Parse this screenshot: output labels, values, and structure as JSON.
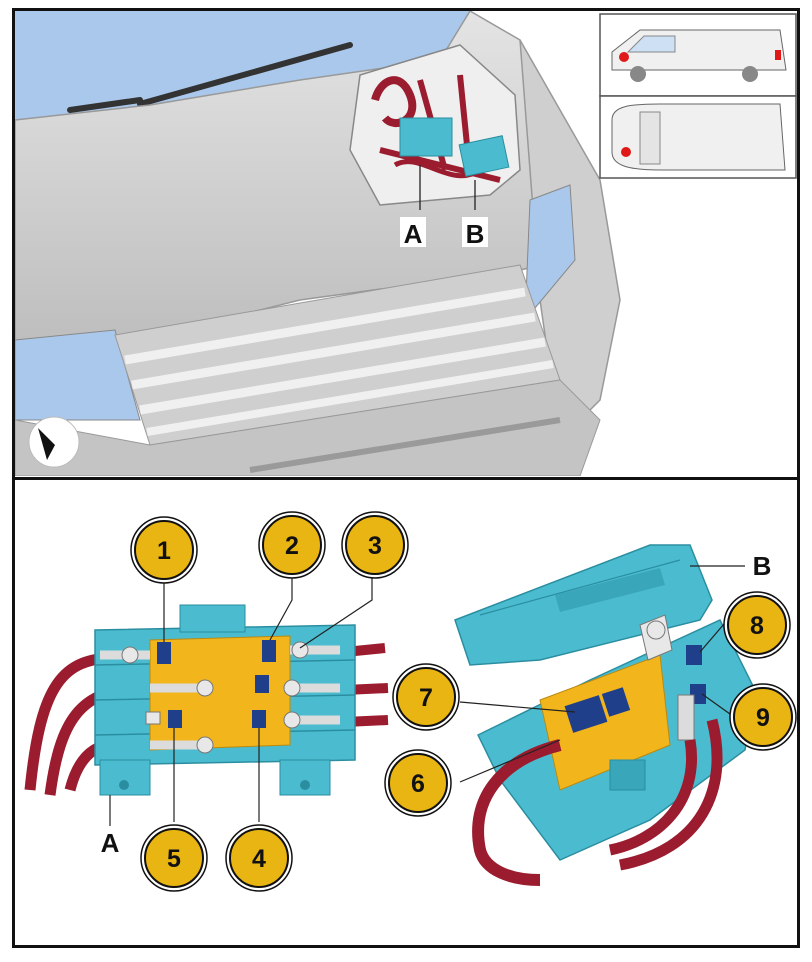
{
  "top_view": {
    "labels": {
      "a": "A",
      "b": "B"
    }
  },
  "bottom_view": {
    "labels": {
      "a": "A",
      "b": "B"
    },
    "callouts": {
      "c1": "1",
      "c2": "2",
      "c3": "3",
      "c4": "4",
      "c5": "5",
      "c6": "6",
      "c7": "7",
      "c8": "8",
      "c9": "9"
    }
  },
  "colors": {
    "callout_fill": "#e9b512",
    "component": "#4bbcd0",
    "cable": "#9b1c2e",
    "busbar": "#f2b51c",
    "glass": "#a9c8ec",
    "body": "#d3d3d3"
  }
}
